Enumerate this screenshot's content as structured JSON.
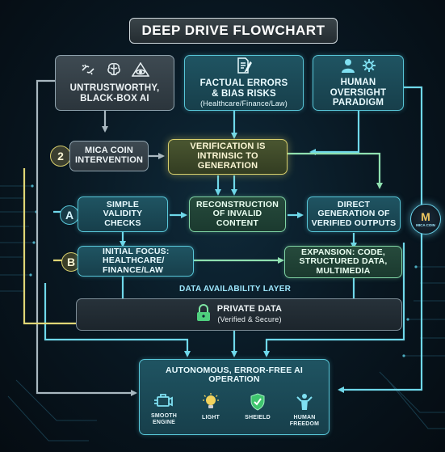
{
  "title": "DEEP DRIVE FLOWCHART",
  "nodes": {
    "untrustworthy": "UNTRUSTWORTHY, BLACK-BOX AI",
    "factual": "FACTUAL ERRORS & BIAS RISKS",
    "factual_sub": "(Healthcare/Finance/Law)",
    "human": "HUMAN OVERSIGHT PARADIGM",
    "mica": "MICA COIN INTERVENTION",
    "verification": "VERIFICATION IS INTRINSIC TO GENERATION",
    "simple": "SIMPLE VALIDITY CHECKS",
    "reconstruction": "RECONSTRUCTION OF INVALID CONTENT",
    "direct": "DIRECT GENERATION OF VERIFIED OUTPUTS",
    "initial": "INITIAL FOCUS: HEALTHCARE/ FINANCE/LAW",
    "expansion": "EXPANSION: CODE, STRUCTURED DATA, MULTIMEDIA",
    "private": "PRIVATE DATA",
    "private_sub": "(Verified & Secure)",
    "autonomous": "AUTONOMOUS, ERROR-FREE AI OPERATION"
  },
  "tags": {
    "two": "2",
    "a": "A",
    "b": "B"
  },
  "layer_label": "DATA AVAILABILITY LAYER",
  "footer_items": [
    "SMOOTH ENGINE",
    "LIGHT",
    "SHEIELD",
    "HUMAN FREEDOM"
  ],
  "logo": {
    "letter": "M",
    "text": "MICA COIN"
  },
  "colors": {
    "teal": "#58c6d8",
    "olive": "#d8cf6c",
    "green": "#7fd3a4",
    "gray": "#8fa2ad",
    "background": "#081620"
  },
  "icons": [
    "broken-link-icon",
    "brain-icon",
    "warning-eye-icon",
    "document-pen-icon",
    "person-icon",
    "gear-icon",
    "lock-icon",
    "engine-icon",
    "lightbulb-icon",
    "shield-icon",
    "human-freedom-icon"
  ]
}
